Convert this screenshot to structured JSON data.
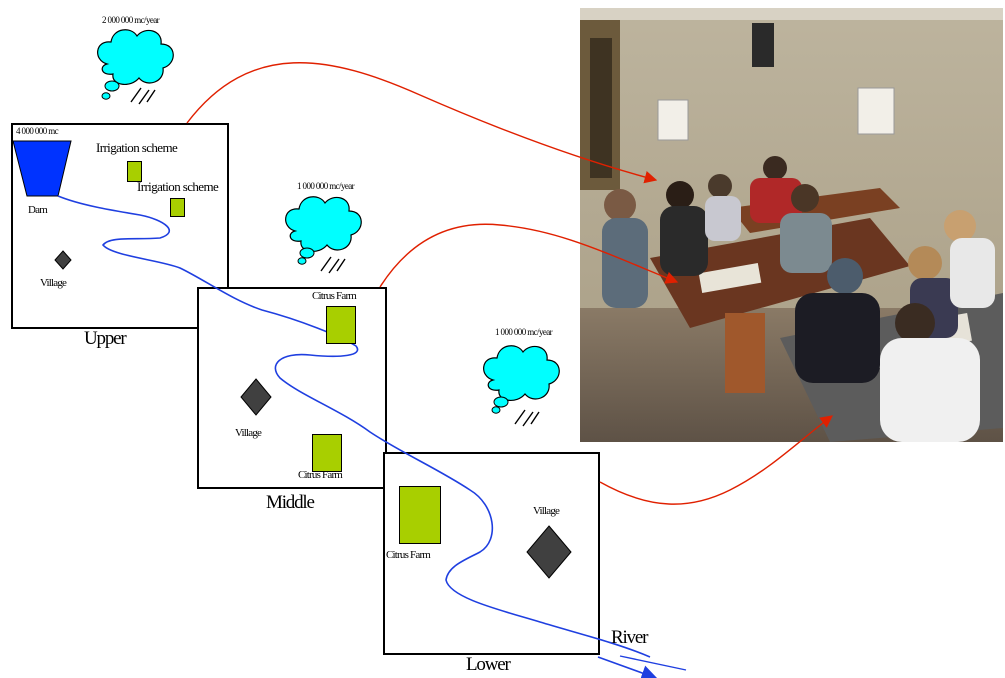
{
  "rain": {
    "upper": "2 000 000 mc/year",
    "middle": "1 000 000 mc/year",
    "lower": "1 000 000 mc/year"
  },
  "upper": {
    "dam_volume": "4 000 000 mc",
    "dam": "Dam",
    "irrigation_1": "Irrigation scheme",
    "irrigation_2": "Irrigation scheme",
    "village": "Village",
    "region": "Upper"
  },
  "middle": {
    "citrus_1": "Citrus Farm",
    "citrus_2": "Citrus Farm",
    "village": "Village",
    "region": "Middle"
  },
  "lower": {
    "citrus": "Citrus Farm",
    "village": "Village",
    "region": "Lower"
  },
  "river_label": "River",
  "colors": {
    "cloud": "#00ffff",
    "field": "#a8cf00",
    "river": "#1f3fe0",
    "arrow": "#e02000",
    "village": "#404040",
    "dam": "#0033ff"
  }
}
